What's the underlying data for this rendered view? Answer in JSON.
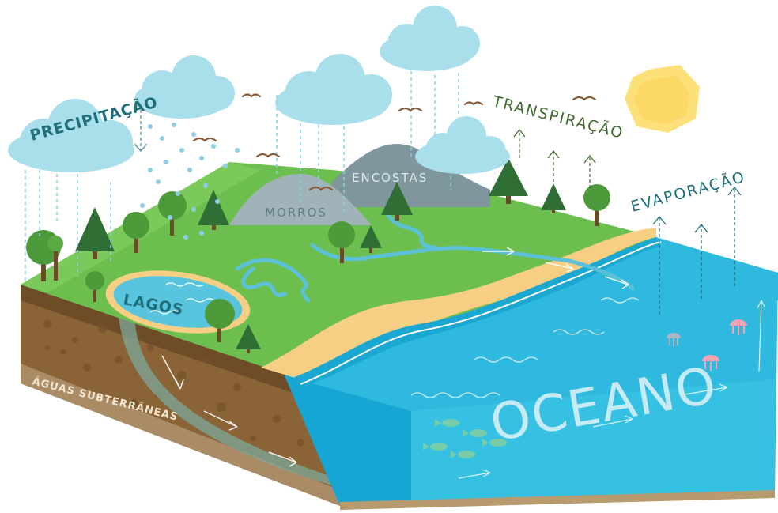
{
  "labels": {
    "precipitacao": "PRECIPITAÇÃO",
    "transpiracao": "TRANSPIRAÇÃO",
    "evaporacao": "EVAPORAÇÃO",
    "encostas": "ENCOSTAS",
    "morros": "MORROS",
    "lagos": "LAGOS",
    "aguas_subterraneas": "ÁGUAS SUBTERRÂNEAS",
    "oceano": "OCEANO"
  },
  "colors": {
    "grass": "#6cbf4e",
    "grass_light": "#86d064",
    "soil": "#8a6336",
    "ocean": "#36c1e3",
    "ocean_dark": "#1aa8d2",
    "sand": "#f6cf85",
    "cloud": "#a9dfeb",
    "sun": "#fde07a",
    "mountain": "#8fa7ad",
    "label_teal": "#1e6f7a",
    "label_green": "#3e6a2a"
  }
}
